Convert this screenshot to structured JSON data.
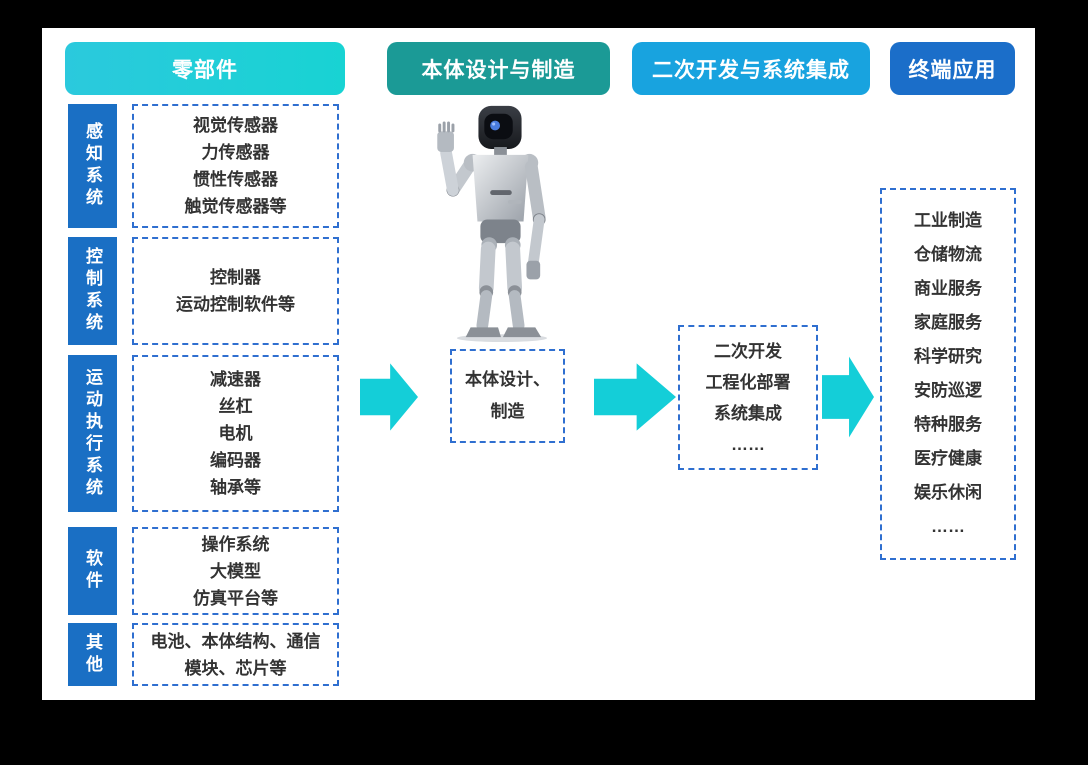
{
  "headers": [
    {
      "label": "零部件",
      "color": "#1ecfd8"
    },
    {
      "label": "本体设计与制造",
      "color": "#1b9a96"
    },
    {
      "label": "二次开发与系统集成",
      "color": "#18a3df"
    },
    {
      "label": "终端应用",
      "color": "#1b6ec9"
    }
  ],
  "component_sections": [
    {
      "label": "感知系统",
      "items": [
        "视觉传感器",
        "力传感器",
        "惯性传感器",
        "触觉传感器等"
      ]
    },
    {
      "label": "控制系统",
      "items": [
        "控制器",
        "运动控制软件等"
      ]
    },
    {
      "label": "运动执行系统",
      "items": [
        "减速器",
        "丝杠",
        "电机",
        "编码器",
        "轴承等"
      ]
    },
    {
      "label": "软件",
      "items": [
        "操作系统",
        "大模型",
        "仿真平台等"
      ]
    },
    {
      "label": "其他",
      "items": [
        "电池、本体结构、通信",
        "模块、芯片等"
      ]
    }
  ],
  "flow": {
    "design_box": {
      "lines": [
        "本体设计、",
        "制造"
      ]
    },
    "integration_box": {
      "lines": [
        "二次开发",
        "工程化部署",
        "系统集成",
        "……"
      ]
    },
    "applications_box": {
      "items": [
        "工业制造",
        "仓储物流",
        "商业服务",
        "家庭服务",
        "科学研究",
        "安防巡逻",
        "特种服务",
        "医疗健康",
        "娱乐休闲",
        "……"
      ]
    }
  },
  "icons": {
    "robot": "humanoid-robot"
  },
  "colors": {
    "background": "#000000",
    "panel": "#ffffff",
    "label_blue": "#1a6fc4",
    "dashed_border": "#2f6fd0",
    "arrow_cyan": "#14ced8",
    "text_dark": "#333333"
  }
}
